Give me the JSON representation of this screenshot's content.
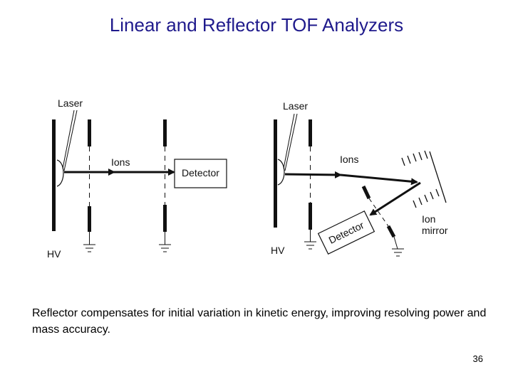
{
  "slide": {
    "title": "Linear and Reflector TOF Analyzers",
    "caption": "Reflector compensates for initial variation in kinetic energy, improving resolving power and mass accuracy.",
    "page_number": "36"
  },
  "linear_diagram": {
    "laser_label": "Laser",
    "ions_label": "Ions",
    "detector_label": "Detector",
    "hv_label": "HV"
  },
  "reflector_diagram": {
    "laser_label": "Laser",
    "ions_label": "Ions",
    "detector_label": "Detector",
    "hv_label": "HV",
    "mirror_label_line1": "Ion",
    "mirror_label_line2": "mirror"
  },
  "colors": {
    "title": "#1f1a8c",
    "ink": "#111111"
  }
}
